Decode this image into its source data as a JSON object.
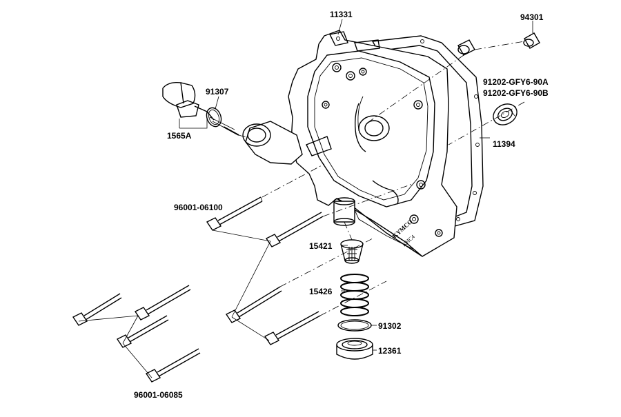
{
  "parts": [
    {
      "id": "p11331",
      "number": "11331"
    },
    {
      "id": "p94301",
      "number": "94301"
    },
    {
      "id": "p91202a",
      "number": "91202-GFY6-90A"
    },
    {
      "id": "p91202b",
      "number": "91202-GFY6-90B"
    },
    {
      "id": "p11394",
      "number": "11394"
    },
    {
      "id": "p91307",
      "number": "91307"
    },
    {
      "id": "p1565a",
      "number": "1565A"
    },
    {
      "id": "p96001_06100",
      "number": "96001-06100"
    },
    {
      "id": "p15421",
      "number": "15421"
    },
    {
      "id": "p15426",
      "number": "15426"
    },
    {
      "id": "p91302",
      "number": "91302"
    },
    {
      "id": "p12361",
      "number": "12361"
    },
    {
      "id": "p96001_06085",
      "number": "96001-06085"
    }
  ],
  "cover_markings": {
    "brand": "KYMCO",
    "code": "KHC4"
  }
}
